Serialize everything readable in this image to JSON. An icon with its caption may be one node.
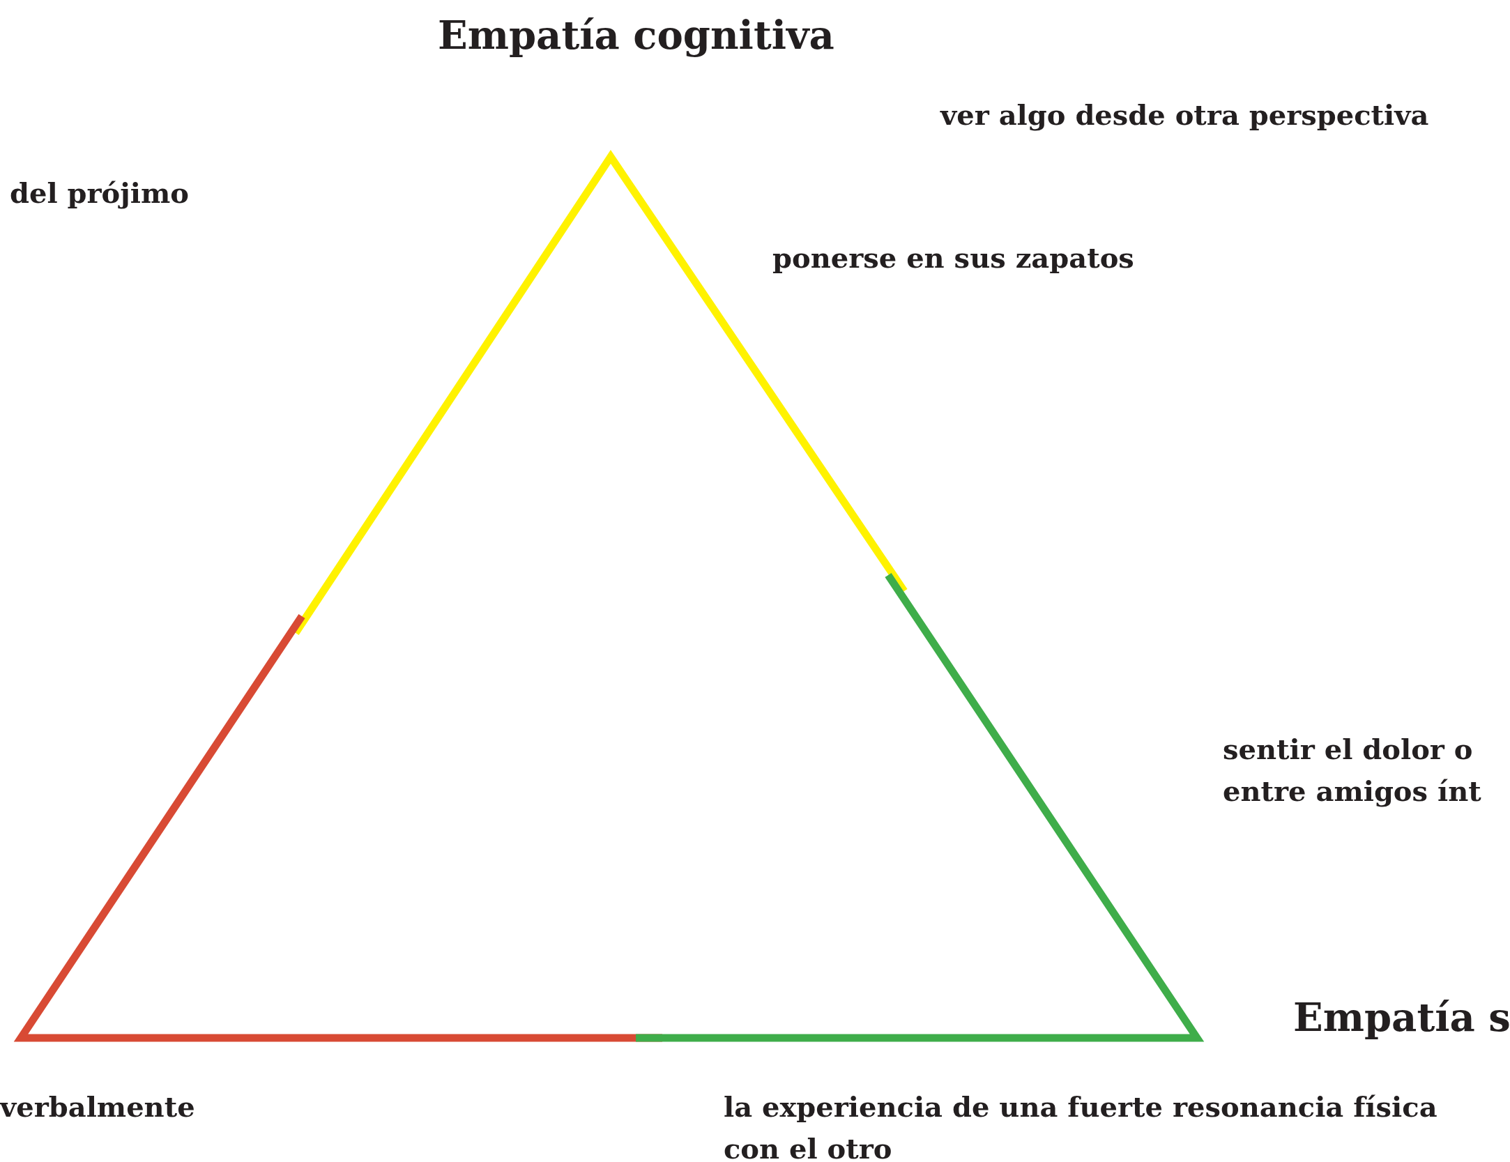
{
  "diagram": {
    "labels": [
      "Empatía cognitiva",
      "ver algo desde otra perspectiva",
      "del prójimo",
      "ponerse en sus zapatos",
      "sentir el dolor o entre amigos ínt",
      "Empatía s",
      "verbalmente",
      "la experiencia de una fuerte resonancia física con el otro"
    ]
  }
}
